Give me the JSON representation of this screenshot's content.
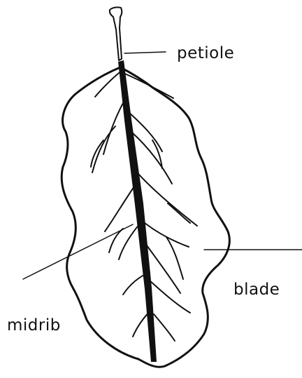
{
  "labels": {
    "petiole": "petiole",
    "blade": "blade",
    "midrib": "midrib"
  },
  "colors": {
    "ink": "#111111",
    "background": "#ffffff"
  }
}
